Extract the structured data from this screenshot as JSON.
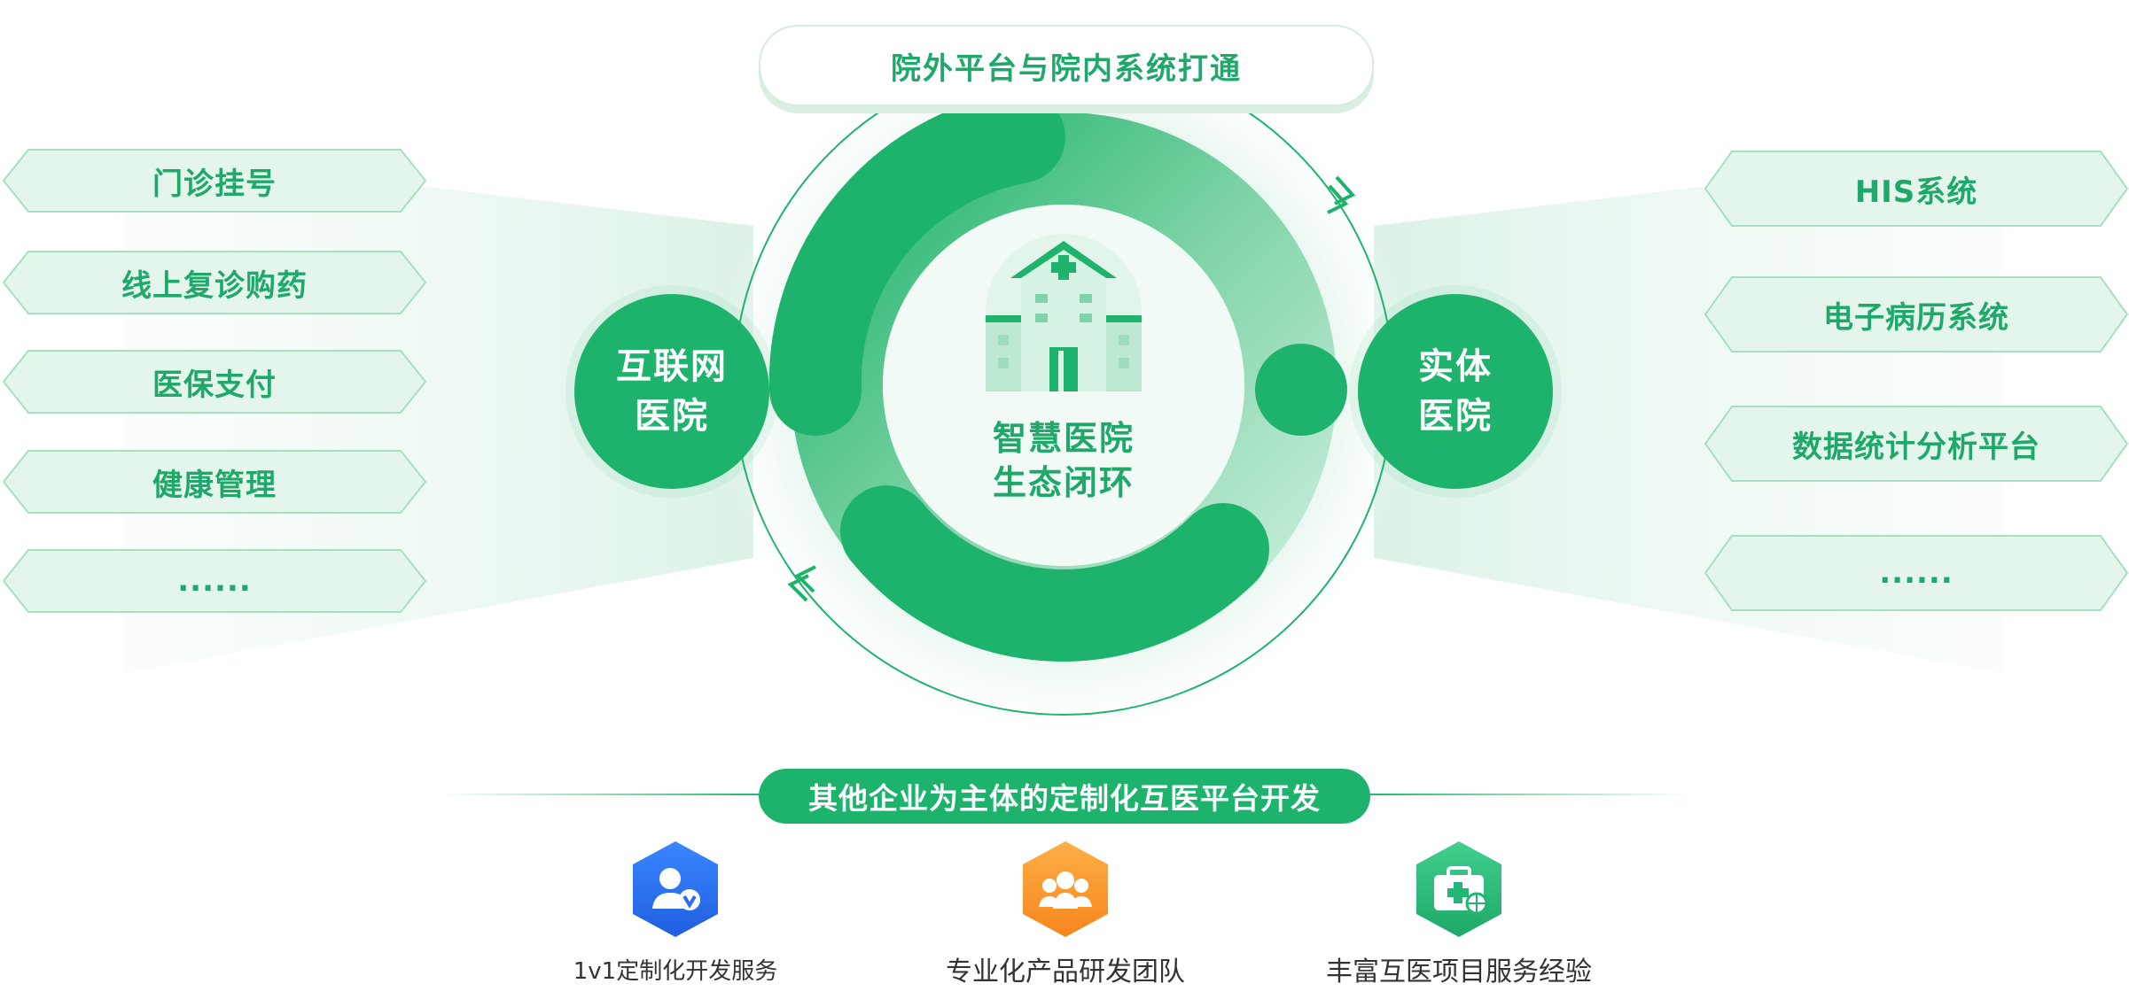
{
  "header": {
    "title": "院外平台与院内系统打通"
  },
  "left_items": [
    "门诊挂号",
    "线上复诊购药",
    "医保支付",
    "健康管理",
    "......"
  ],
  "right_items": [
    "HIS系统",
    "电子病历系统",
    "数据统计分析平台",
    "......"
  ],
  "left_circle": {
    "line1": "互联网",
    "line2": "医院"
  },
  "right_circle": {
    "line1": "实体",
    "line2": "医院"
  },
  "center": {
    "line1": "智慧医院",
    "line2": "生态闭环",
    "icon": "hospital-icon"
  },
  "bottom": {
    "title": "其他企业为主体的定制化互医平台开发",
    "features": [
      {
        "label": "1v1定制化开发服务",
        "icon": "person-verified-icon",
        "color": "#2f6cf0"
      },
      {
        "label": "专业化产品研发团队",
        "icon": "team-icon",
        "color": "#f7941d"
      },
      {
        "label": "丰富互医项目服务经验",
        "icon": "medical-kit-icon",
        "color": "#22b573"
      }
    ]
  },
  "colors": {
    "primary": "#1eb36c",
    "text_green": "#1ea86a",
    "light_green": "#e7f6ee"
  }
}
